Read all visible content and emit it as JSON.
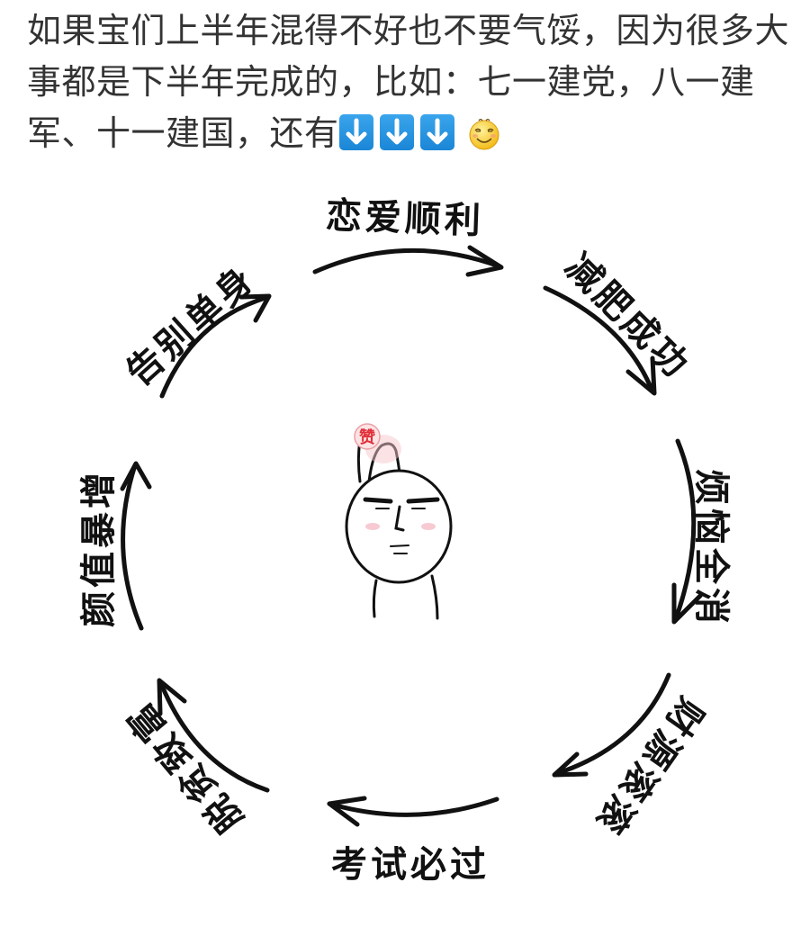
{
  "post": {
    "text_line1": "如果宝们上半年混得不好也不要气馁，因为很多大",
    "text_line2": "事都是下半年完成的，比如：七一建党，八一建",
    "text_line3": "军、十一建国，还有",
    "emojis": [
      "down-arrow-emoji",
      "down-arrow-emoji",
      "down-arrow-emoji",
      "smirk-smile-emoji"
    ]
  },
  "cycle_diagram": {
    "labels": [
      {
        "text": "恋爱顺利",
        "position": "top"
      },
      {
        "text": "减肥成功",
        "position": "top-right"
      },
      {
        "text": "烦恼全消",
        "position": "right"
      },
      {
        "text": "财源滚滚",
        "position": "bottom-right"
      },
      {
        "text": "考试必过",
        "position": "bottom"
      },
      {
        "text": "脱贫致富",
        "position": "bottom-left"
      },
      {
        "text": "颜值暴增",
        "position": "left"
      },
      {
        "text": "告别单身",
        "position": "top-left"
      }
    ],
    "center_sticker_text": "赞",
    "arrow_direction": "clockwise"
  },
  "colors": {
    "text": "#333333",
    "emoji_blue": "#2b95e0",
    "ink": "#111111",
    "sticker_red": "#e0303a"
  }
}
